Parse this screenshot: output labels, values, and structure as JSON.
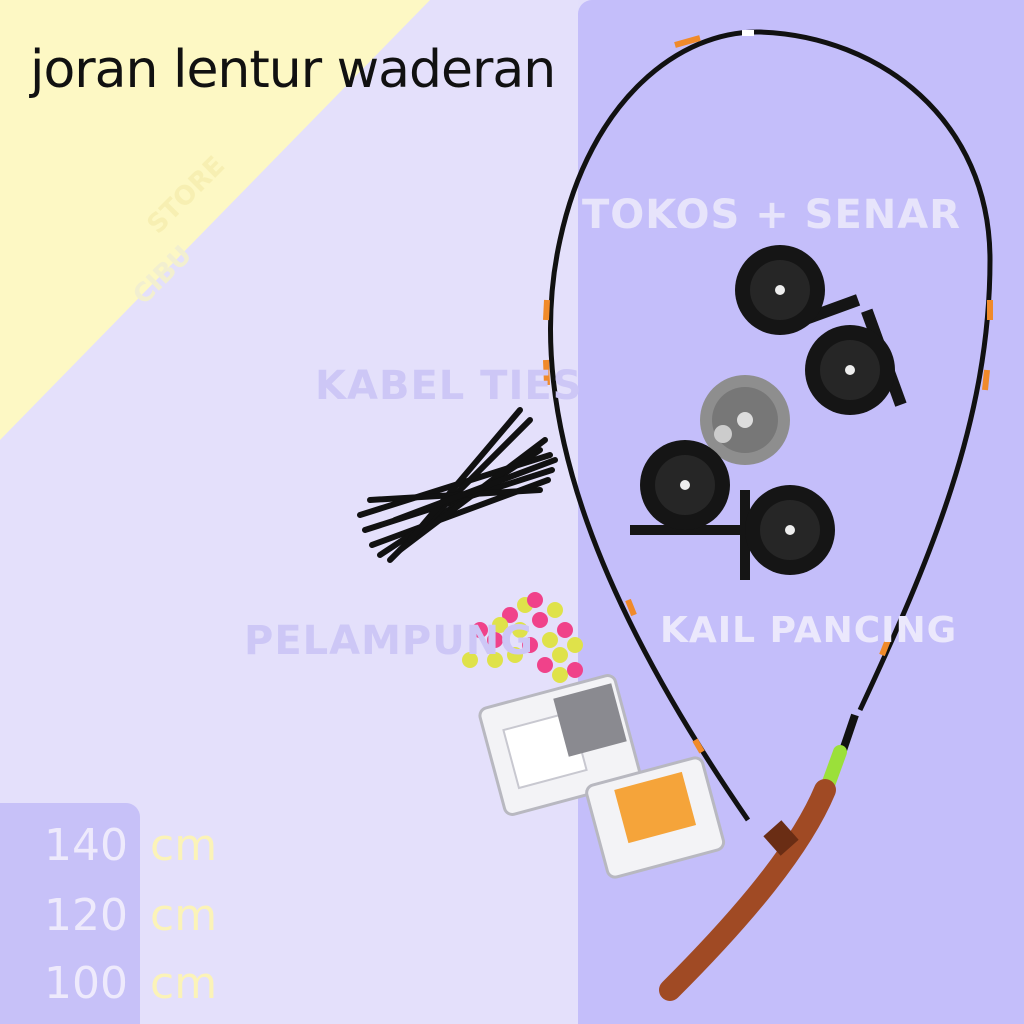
{
  "title": "joran lentur waderan",
  "brand": {
    "line1": "CIBU",
    "line2": "STORE"
  },
  "labels": {
    "tokos": "TOKOS + SENAR",
    "kabel": "KABEL TIES",
    "pelampung": "PELAMPUNG",
    "kail": "KAIL PANCING"
  },
  "sizes": [
    {
      "value": "140",
      "unit": "cm"
    },
    {
      "value": "120",
      "unit": "cm"
    },
    {
      "value": "100",
      "unit": "cm"
    }
  ],
  "colors": {
    "rod": "#111111",
    "rod_accent": "#f08a2a",
    "handle": "#a04a24",
    "handle_ring": "#9be03a",
    "reel": "#151515",
    "reel_silver": "#8e8e8e",
    "float_pink": "#f0428a",
    "float_yellow": "#dfe24a"
  }
}
